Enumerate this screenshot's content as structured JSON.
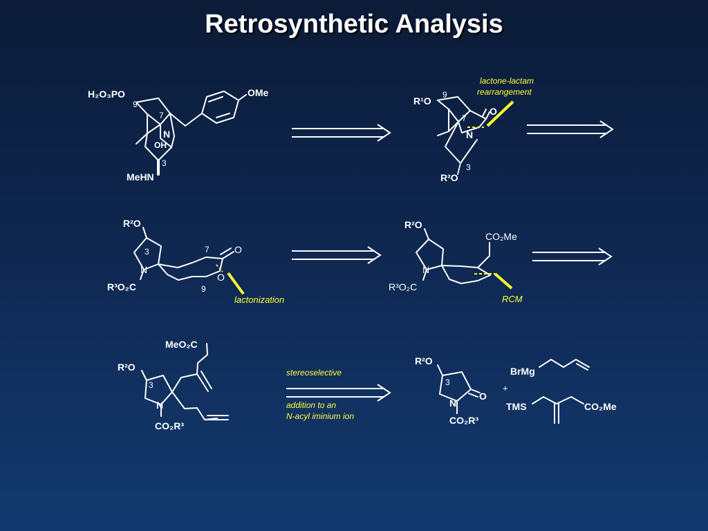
{
  "slide": {
    "title": "Retrosynthetic Analysis"
  },
  "scheme": {
    "target": {
      "phosphate": "H₂O₃PO",
      "methoxy": "OMe",
      "n": "N",
      "oh": "OH",
      "amine": "MeHN",
      "c9": "9",
      "c7": "7",
      "c3": "3"
    },
    "lactam": {
      "r1o": "R¹O",
      "o": "O",
      "n": "N",
      "r2o": "R²O",
      "c9": "9",
      "c7": "7",
      "c3": "3",
      "note_line1": "lactone-lactam",
      "note_line2": "rearrangement"
    },
    "lactone": {
      "r2o": "R²O",
      "n": "N",
      "carbamate": "R³O₂C",
      "o_carbonyl": "O",
      "o_ring": "O",
      "c3": "3",
      "c7": "7",
      "c9": "9",
      "note": "lactonization"
    },
    "ester": {
      "r2o": "R²O",
      "co2me": "CO₂Me",
      "n": "N",
      "carbamate": "R³O₂C",
      "note": "RCM"
    },
    "diene": {
      "meo2c": "MeO₂C",
      "r2o": "R²O",
      "n": "N",
      "carbamate": "CO₂R³",
      "c3": "3"
    },
    "arrow_note": {
      "top": "stereoselective",
      "bottom_line1": "addition to an",
      "bottom_line2": "N-acyl iminium ion"
    },
    "lactam_sm": {
      "r2o": "R²O",
      "n": "N",
      "o": "O",
      "carbamate": "CO₂R³",
      "c3": "3"
    },
    "reagents": {
      "grignard": "BrMg",
      "plus": "+",
      "tms": "TMS",
      "co2me": "CO₂Me"
    }
  }
}
